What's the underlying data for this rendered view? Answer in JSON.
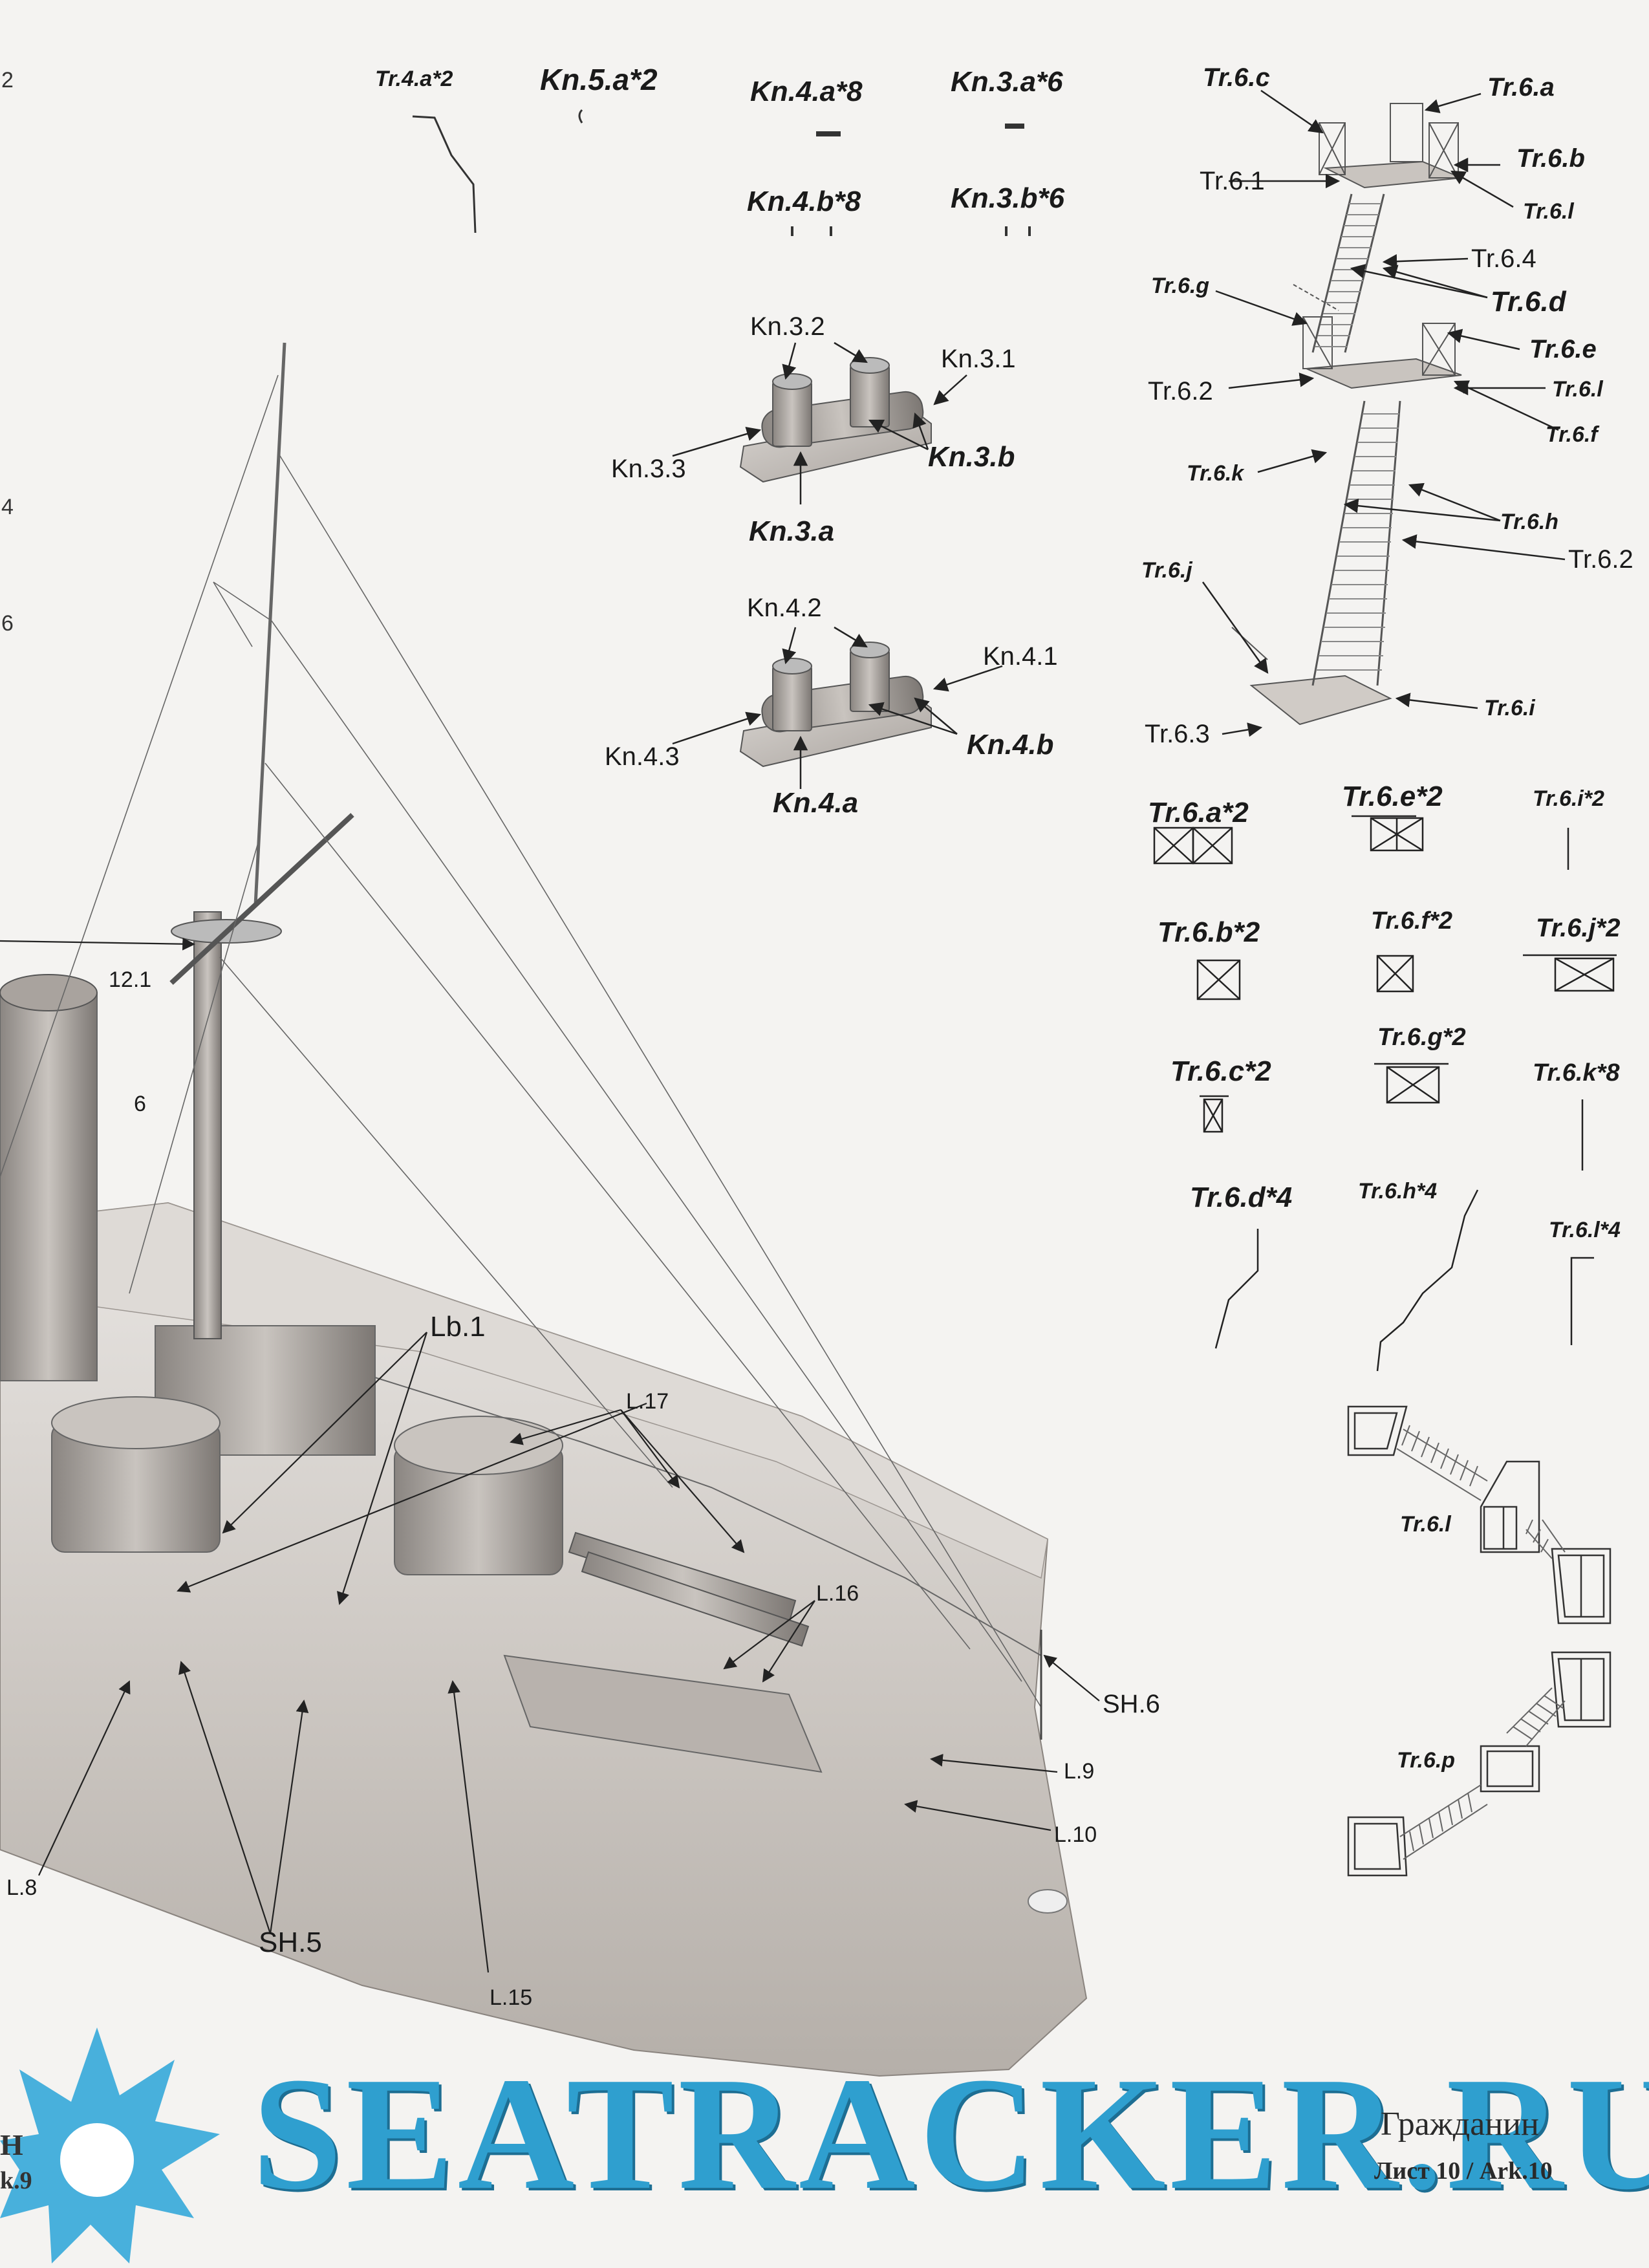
{
  "parts_top": [
    {
      "id": "tr4a",
      "text": "Tr.4.a*2"
    },
    {
      "id": "kn5a",
      "text": "Kn.5.a*2"
    },
    {
      "id": "kn4a",
      "text": "Kn.4.a*8"
    },
    {
      "id": "kn3a",
      "text": "Kn.3.a*6"
    },
    {
      "id": "kn4b",
      "text": "Kn.4.b*8"
    },
    {
      "id": "kn3b",
      "text": "Kn.3.b*6"
    }
  ],
  "bollard_kn3": {
    "kn32": "Kn.3.2",
    "kn31": "Kn.3.1",
    "kn33": "Kn.3.3",
    "kn3b": "Kn.3.b",
    "kn3a": "Kn.3.a"
  },
  "bollard_kn4": {
    "kn42": "Kn.4.2",
    "kn41": "Kn.4.1",
    "kn43": "Kn.4.3",
    "kn4b": "Kn.4.b",
    "kn4a": "Kn.4.a"
  },
  "ladder_assembly": {
    "tr6c": "Tr.6.c",
    "tr6a": "Tr.6.a",
    "tr61": "Tr.6.1",
    "tr6b": "Tr.6.b",
    "tr6l_1": "Tr.6.l",
    "tr64": "Tr.6.4",
    "tr6d": "Tr.6.d",
    "tr6g": "Tr.6.g",
    "tr6e": "Tr.6.e",
    "tr62_1": "Tr.6.2",
    "tr6l_2": "Tr.6.l",
    "tr6f": "Tr.6.f",
    "tr6k": "Tr.6.k",
    "tr6h": "Tr.6.h",
    "tr62_2": "Tr.6.2",
    "tr6j": "Tr.6.j",
    "tr63": "Tr.6.3",
    "tr6i": "Tr.6.i"
  },
  "parts_grid": {
    "tr6a2": "Tr.6.a*2",
    "tr6e2": "Tr.6.e*2",
    "tr6i2": "Tr.6.i*2",
    "tr6b2": "Tr.6.b*2",
    "tr6f2": "Tr.6.f*2",
    "tr6j2": "Tr.6.j*2",
    "tr6c2": "Tr.6.c*2",
    "tr6g2": "Tr.6.g*2",
    "tr6k8": "Tr.6.k*8",
    "tr6d4": "Tr.6.d*4",
    "tr6h4": "Tr.6.h*4",
    "tr6l4": "Tr.6.l*4"
  },
  "platforms": {
    "tr6l": "Tr.6.l",
    "tr6p": "Tr.6.p"
  },
  "ship_callouts": {
    "c121": "12.1",
    "c6": "6",
    "lb1": "Lb.1",
    "l17": "L.17",
    "l16": "L.16",
    "sh6": "SH.6",
    "l9": "L.9",
    "l10": "L.10",
    "l8": "L.8",
    "sh5": "SH.5",
    "l15": "L.15"
  },
  "edge_marks": {
    "top_left": "2",
    "mid_left_1": "4",
    "mid_left_2": "6",
    "bottom_h": "H",
    "bottom_k9": "k.9"
  },
  "footer": {
    "brand": "SEATRACKER.RU",
    "ship_name": "Гражданин",
    "sheet": "Лист 10 / Ark.10"
  },
  "colors": {
    "brand_blue": "#2f9fcf",
    "sunburst": "#48b0dc",
    "hull": "#cfcac5",
    "ink": "#1a1a1a"
  }
}
